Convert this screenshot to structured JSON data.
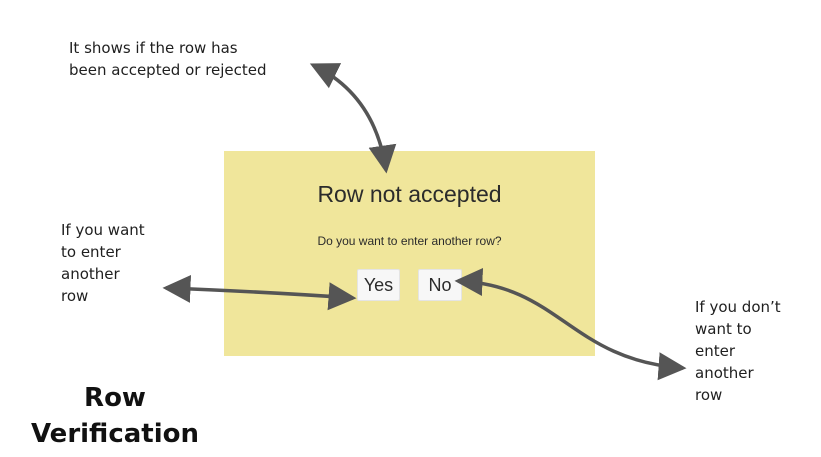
{
  "annotations": {
    "top": [
      "It shows  if the row has",
      "been accepted or rejected"
    ],
    "left": [
      "If you want",
      "to enter",
      "another",
      "row"
    ],
    "right": [
      "If you don’t",
      "want to",
      "enter",
      "another",
      "row"
    ]
  },
  "dialog": {
    "title": "Row not accepted",
    "question": "Do you want to enter another row?",
    "yes_label": "Yes",
    "no_label": "No",
    "background_color": "#f0e69b"
  },
  "page_title": [
    "Row",
    "Verification"
  ],
  "colors": {
    "arrow": "#555555"
  }
}
